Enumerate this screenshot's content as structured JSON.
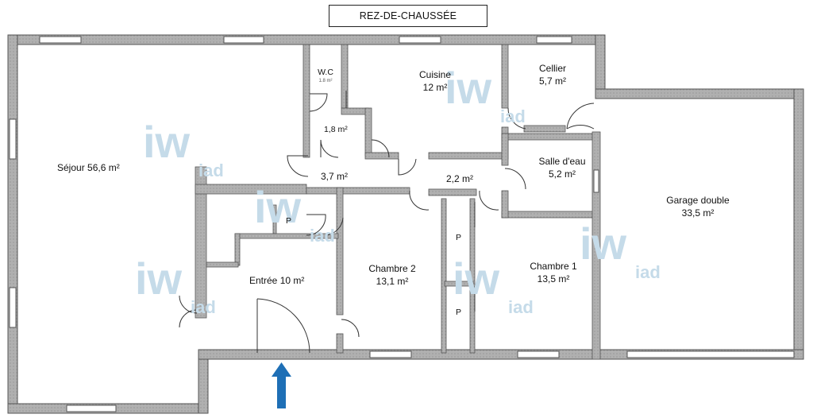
{
  "title": "REZ-DE-CHAUSSÉE",
  "rooms": {
    "sejour": {
      "name": "Séjour 56,6 m²"
    },
    "wc": {
      "name": "W.C",
      "area": "1.8 m²"
    },
    "placard_wc": {
      "area": "1,8 m²"
    },
    "cuisine": {
      "name": "Cuisine",
      "area": "12 m²"
    },
    "cellier": {
      "name": "Cellier",
      "area": "5,7 m²"
    },
    "degagement1": {
      "area": "3,7 m²"
    },
    "degagement2": {
      "area": "2,2 m²"
    },
    "salle_eau": {
      "name": "Salle d'eau",
      "area": "5,2 m²"
    },
    "garage": {
      "name": "Garage double",
      "area": "33,5 m²"
    },
    "entree": {
      "name": "Entrée 10 m²"
    },
    "chambre2": {
      "name": "Chambre 2",
      "area": "13,1 m²"
    },
    "chambre1": {
      "name": "Chambre 1",
      "area": "13,5 m²"
    },
    "placards": [
      "P",
      "P",
      "P"
    ]
  },
  "watermark": {
    "text": "iad",
    "color": "#b8d3e4"
  },
  "colors": {
    "wall": "#a8a8a8",
    "wall_edge": "#555555",
    "window": "#ffffff",
    "arrow": "#1e6fb6"
  }
}
